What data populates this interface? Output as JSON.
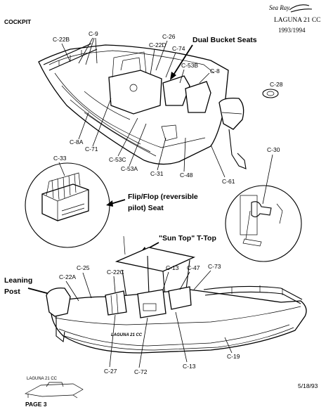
{
  "header": {
    "section": "COCKPIT",
    "brand_script": "Sea Ray",
    "model": "LAGUNA 21 CC",
    "years": "1993/1994"
  },
  "annotations": {
    "dual_bucket_seats": "Dual Bucket Seats",
    "flip_flop_line1": "Flip/Flop (reversible",
    "flip_flop_line2": "pilot) Seat",
    "sun_top": "\"Sun Top\" T-Top",
    "leaning_post_line1": "Leaning",
    "leaning_post_line2": "Post"
  },
  "part_labels": {
    "c22b": "C-22B",
    "c9": "C-9",
    "c26": "C-26",
    "c22d": "C-22D",
    "c74": "C-74",
    "c53b": "C-53B",
    "c8": "C-8",
    "c28": "C-28",
    "c8a": "C-8A",
    "c71": "C-71",
    "c53c": "C-53C",
    "c53a": "C-53A",
    "c31": "C-31",
    "c48": "C-48",
    "c61": "C-61",
    "c30": "C-30",
    "c33": "C-33",
    "c25": "C-25",
    "c22a": "C-22A",
    "c22c": "C-22C",
    "c13_top": "C-13",
    "c47": "C-47",
    "c73": "C-73",
    "c27": "C-27",
    "c72": "C-72",
    "c13_bottom": "C-13",
    "c19": "C-19"
  },
  "footer": {
    "thumb_label": "LAGUNA 21 CC",
    "page": "PAGE 3",
    "date": "5/18/93"
  }
}
